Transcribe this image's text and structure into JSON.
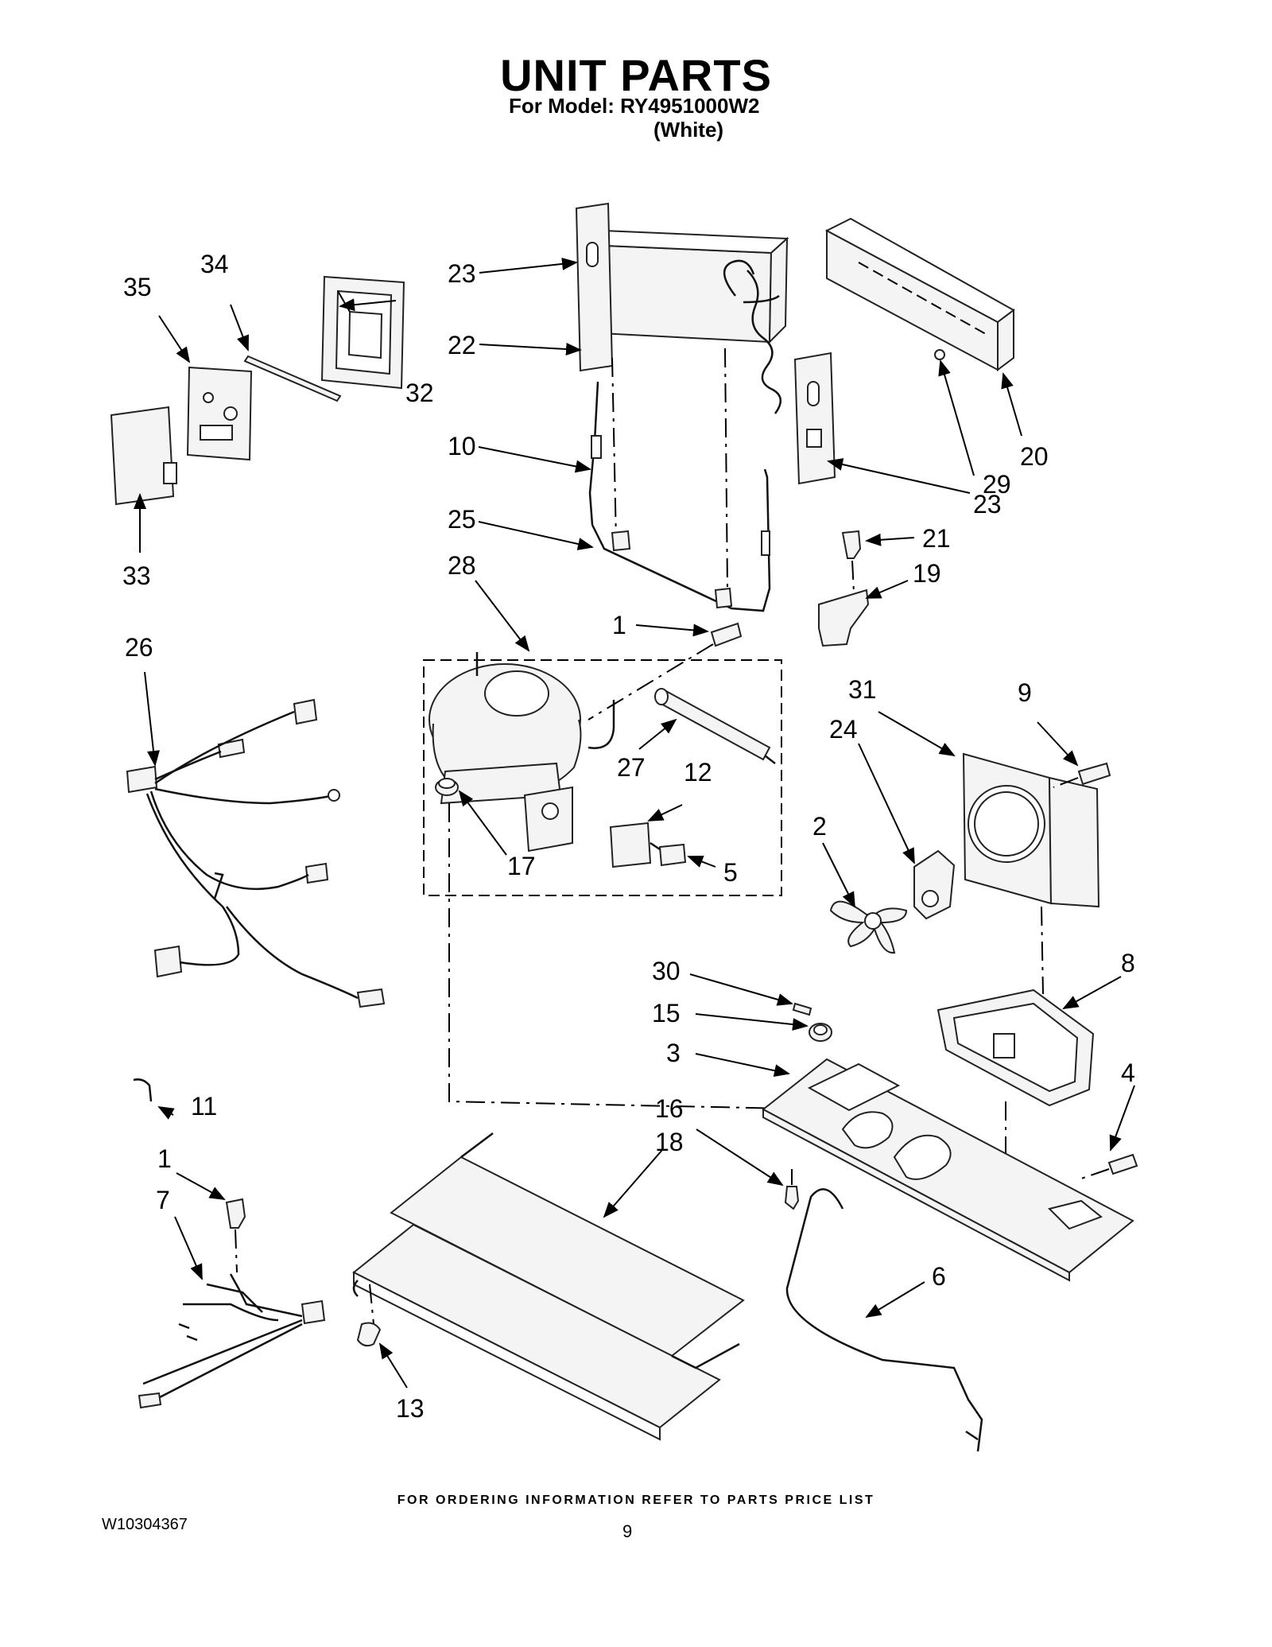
{
  "header": {
    "title": "UNIT PARTS",
    "model_line": "For Model: RY4951000W2",
    "variant": "(White)"
  },
  "footer": {
    "note": "FOR ORDERING INFORMATION REFER TO PARTS PRICE LIST",
    "doc_id": "W10304367",
    "page_number": "9"
  },
  "callouts": {
    "c1a": "1",
    "c1b": "1",
    "c2": "2",
    "c3": "3",
    "c4": "4",
    "c5": "5",
    "c6": "6",
    "c7": "7",
    "c8": "8",
    "c9": "9",
    "c10": "10",
    "c11": "11",
    "c12": "12",
    "c13": "13",
    "c15": "15",
    "c16": "16",
    "c17": "17",
    "c18": "18",
    "c19": "19",
    "c20": "20",
    "c21": "21",
    "c22": "22",
    "c23a": "23",
    "c23b": "23",
    "c24": "24",
    "c25": "25",
    "c26": "26",
    "c27": "27",
    "c28": "28",
    "c29": "29",
    "c30": "30",
    "c31": "31",
    "c32": "32",
    "c33": "33",
    "c34": "34",
    "c35": "35"
  }
}
